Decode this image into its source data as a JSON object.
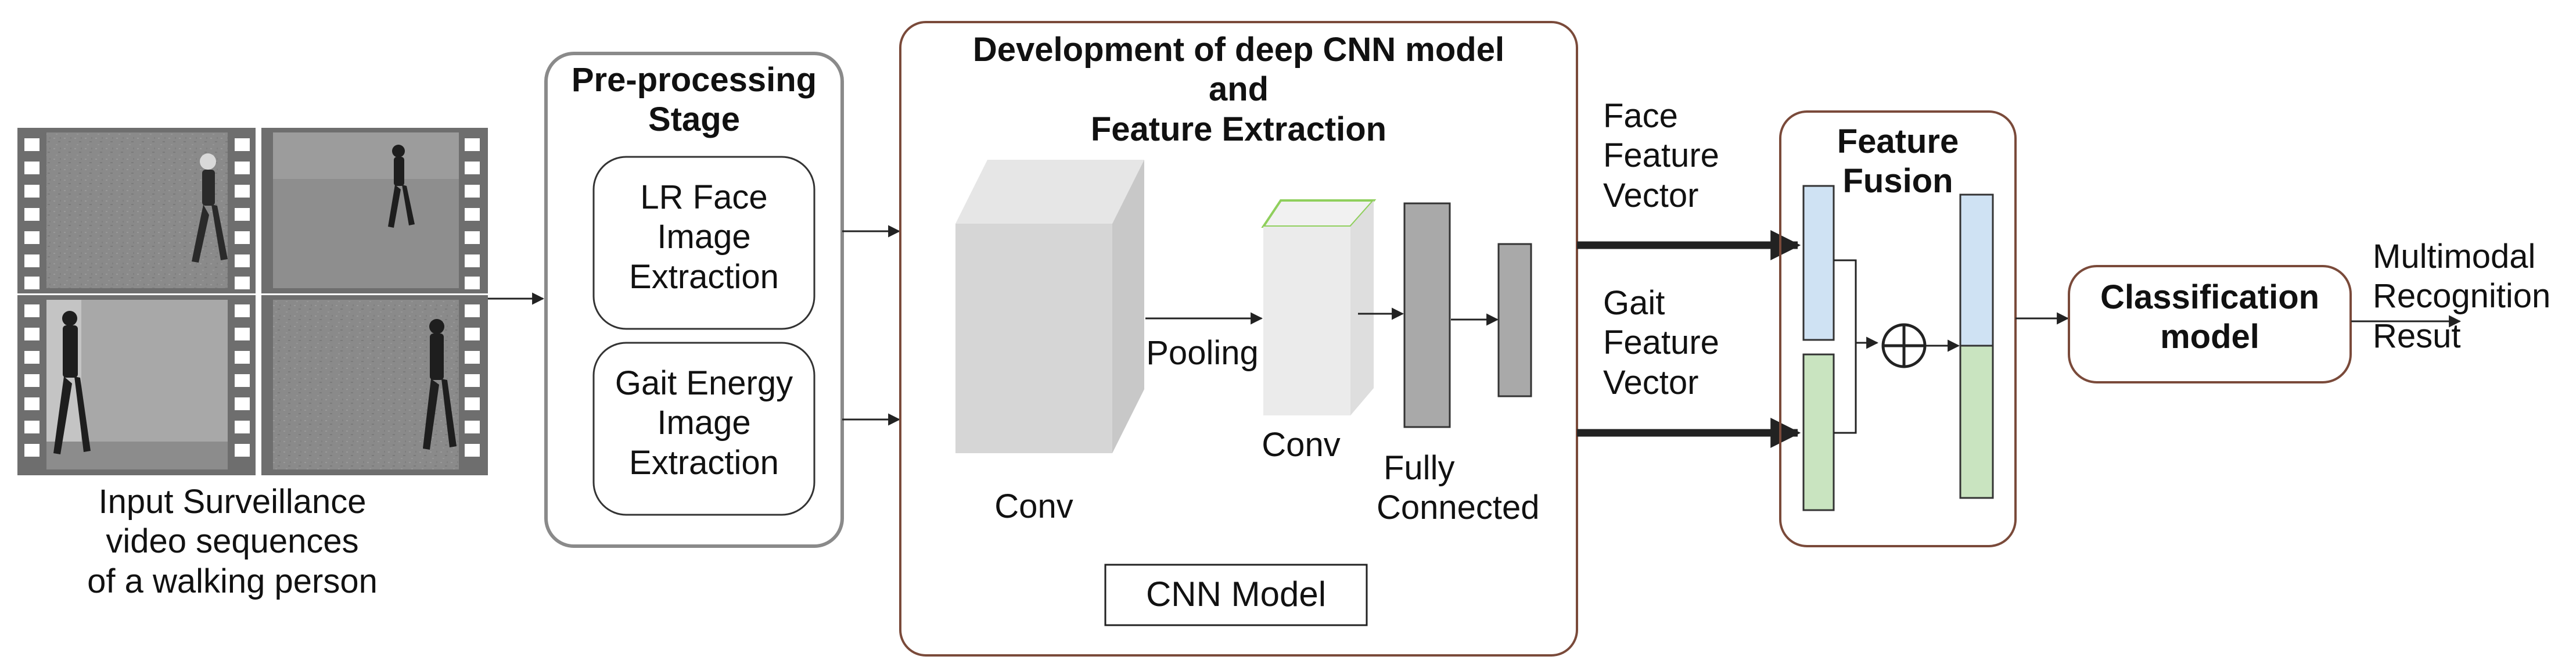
{
  "input_caption": [
    "Input Surveillance",
    "video sequences",
    "of a walking person"
  ],
  "preprocessing": {
    "title": [
      "Pre-processing",
      "Stage"
    ],
    "face_box": [
      "LR Face",
      "Image",
      "Extraction"
    ],
    "gait_box": [
      "Gait Energy",
      "Image",
      "Extraction"
    ]
  },
  "cnn": {
    "title": [
      "Development of deep CNN model",
      "and",
      "Feature Extraction"
    ],
    "conv1_label": "Conv",
    "pooling_label": "Pooling",
    "conv2_label": "Conv",
    "fc_label": [
      "Fully",
      "Connected"
    ],
    "model_label": "CNN Model"
  },
  "face_vector_label": [
    "Face",
    "Feature",
    "Vector"
  ],
  "gait_vector_label": [
    "Gait",
    "Feature",
    "Vector"
  ],
  "fusion": {
    "title": [
      "Feature",
      "Fusion"
    ],
    "operator_symbol": "⊕"
  },
  "classification": [
    "Classification",
    "model"
  ],
  "output_label": [
    "Multimodal",
    "Recognition",
    "Resut"
  ],
  "colors": {
    "face_vector_fill": "#cfe2f3",
    "gait_vector_fill": "#c9e4c0",
    "box_border": "#7a4a3a",
    "cube_front": "#dcdcdc",
    "cube_top_edge": "#8fcf5c",
    "fc_fill": "#a9a9a9"
  }
}
